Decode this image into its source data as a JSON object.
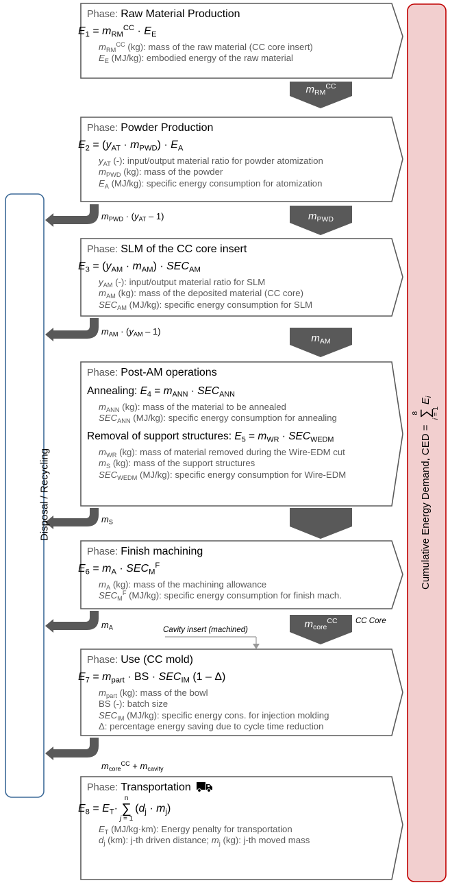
{
  "colors": {
    "box_border": "#5a5a5a",
    "arrow_fill": "#595959",
    "cumulative_fill": "#f2cfcf",
    "cumulative_border": "#c00000",
    "recycling_border": "#3d6a98"
  },
  "phase_prefix": "Phase:",
  "phases": [
    {
      "name": "Raw Material Production",
      "desc": [
        "(kg): mass of the raw material (CC core insert)",
        "(MJ/kg): embodied energy of the raw material"
      ]
    },
    {
      "name": "Powder Production",
      "desc": [
        "(-): input/output  material ratio for powder atomization",
        "(kg): mass of the powder",
        "(MJ/kg): specific energy consumption  for atomization"
      ]
    },
    {
      "name": "SLM of the CC core insert",
      "desc": [
        "(-): input/output  material ratio for SLM",
        "(kg): mass of the deposited material (CC core)",
        "(MJ/kg): specific energy consumption  for SLM"
      ]
    },
    {
      "name": "Post-AM operations",
      "annealing_label": "Annealing:",
      "removal_label": "Removal of support structures:",
      "desc_a": [
        "(kg): mass of the material to be annealed",
        "(MJ/kg): specific energy consumption  for annealing"
      ],
      "desc_b": [
        "(kg): mass of material removed during the Wire-EDM cut",
        "(kg): mass of the support structures",
        "(MJ/kg): specific energy consumption  for Wire-EDM"
      ]
    },
    {
      "name": "Finish machining",
      "desc": [
        "(kg): mass of the machining  allowance",
        "(MJ/kg): specific energy consumption  for finish mach."
      ]
    },
    {
      "name": "Use (CC mold)",
      "desc": [
        "(kg): mass of the bowl",
        "BS (-): batch size",
        "(MJ/kg): specific energy cons. for injection molding",
        "Δ: percentage energy saving due to cycle time reduction"
      ]
    },
    {
      "name": "Transportation",
      "desc": [
        "(MJ/kg·km): Energy penalty for transportation",
        "(km): j-th driven distance;",
        "(kg): j-th moved mass"
      ]
    }
  ],
  "notes": {
    "cavity": "Cavity insert (machined)",
    "cc_core": "CC Core"
  },
  "side": {
    "left": "Disposal / Recycling",
    "right": "Cumulative  Energy Demand, CED ="
  },
  "icons": {
    "transport": "truck-icon"
  }
}
